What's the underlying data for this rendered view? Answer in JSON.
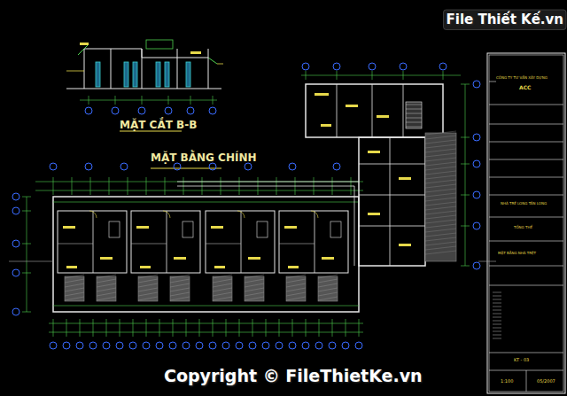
{
  "diagram": {
    "title": "MẶT BẰNG CHÍNH",
    "labels": [
      "MẶT CẮT B-B",
      "File Thiết Kế.vn",
      "Copyright © FileThietKe.vn",
      "CÔNG TY TƯ VẤN XÂY DỰNG",
      "ACC",
      "NHÀ TRẺ LONG TÂN LONG",
      "TỔNG THỂ",
      "MẶT BẰNG NHÀ TRỆT",
      "KT - 03",
      "1:100",
      "05/2007"
    ]
  }
}
